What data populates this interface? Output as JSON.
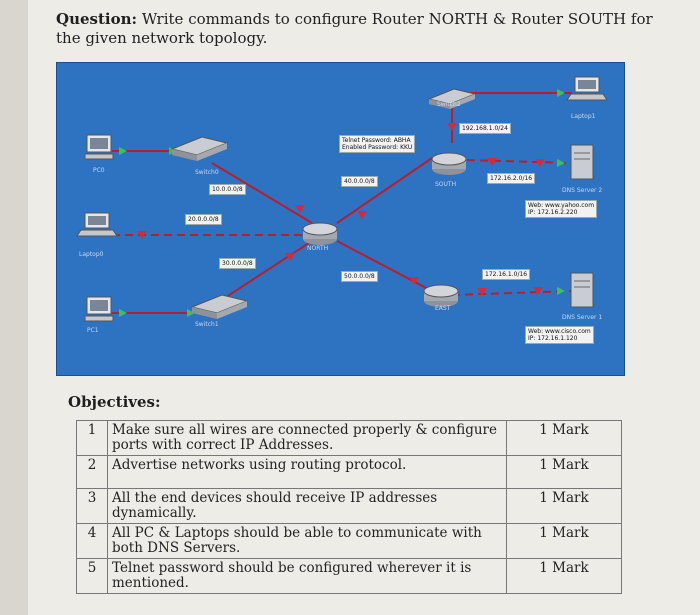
{
  "question": {
    "label": "Question:",
    "text": " Write commands to configure Router NORTH & Router SOUTH for the given network topology."
  },
  "topology": {
    "telnet_line1": "Telnet Password: ABHA",
    "telnet_line2": "Enabled Password: KKU",
    "net_192": "192.168.1.0/24",
    "net_172_16_2": "172.16.2.0/16",
    "net_172_16_1": "172.16.1.0/16",
    "net_10": "10.0.0.0/8",
    "net_20": "20.0.0.0/8",
    "net_30": "30.0.0.0/8",
    "net_40": "40.0.0.0/8",
    "net_50": "50.0.0.0/8",
    "router_north": "NORTH",
    "router_south": "SOUTH",
    "router_east": "EAST",
    "switch0": "Switch0",
    "switch1": "Switch1",
    "switch2": "Switch2",
    "pc0": "PC0",
    "pc1": "PC1",
    "laptop0": "Laptop0",
    "laptop1": "Laptop1",
    "dns2_name": "DNS Server 2",
    "dns2_web": "Web: www.yahoo.com",
    "dns2_ip": "IP: 172.16.2.220",
    "dns1_name": "DNS Server 1",
    "dns1_web": "Web: www.cisco.com",
    "dns1_ip": "IP: 172.16.1.120"
  },
  "objectives": {
    "title": "Objectives:",
    "rows": [
      {
        "num": "1",
        "text": "Make sure all wires are connected properly & configure ports with correct IP Addresses.",
        "mark": "1 Mark"
      },
      {
        "num": "2",
        "text": "Advertise networks using routing protocol.",
        "mark": "1 Mark"
      },
      {
        "num": "3",
        "text": "All the end devices should receive IP addresses dynamically.",
        "mark": "1 Mark"
      },
      {
        "num": "4",
        "text": "All PC & Laptops should be able to communicate with both DNS Servers.",
        "mark": "1 Mark"
      },
      {
        "num": "5",
        "text": "Telnet password should be configured wherever it is mentioned.",
        "mark": "1 Mark"
      }
    ]
  }
}
